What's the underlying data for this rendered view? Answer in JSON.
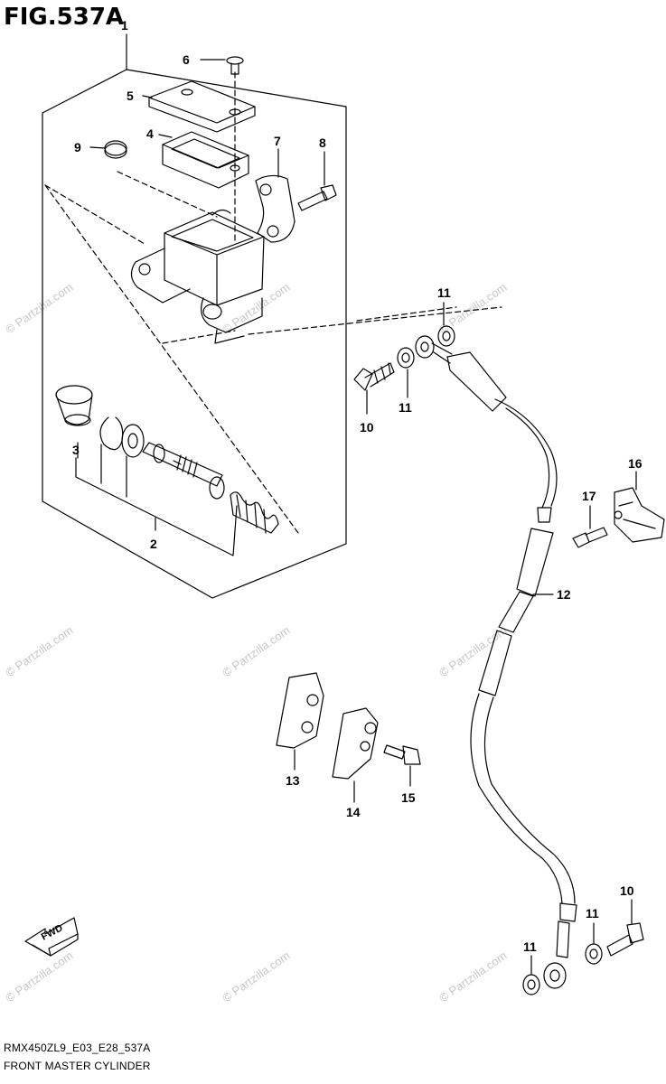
{
  "figure": {
    "title": "FIG.537A",
    "code": "RMX450ZL9_E03_E28_537A",
    "name": "FRONT MASTER CYLINDER"
  },
  "watermark": "© Partzilla.com",
  "fwd_label": "FWD",
  "callouts": {
    "c1": "1",
    "c2": "2",
    "c3": "3",
    "c4": "4",
    "c5": "5",
    "c6": "6",
    "c7": "7",
    "c8": "8",
    "c9": "9",
    "c10a": "10",
    "c10b": "10",
    "c11a": "11",
    "c11b": "11",
    "c11c": "11",
    "c11d": "11",
    "c12": "12",
    "c13": "13",
    "c14": "14",
    "c15": "15",
    "c16": "16",
    "c17": "17"
  },
  "colors": {
    "line": "#000000",
    "watermark": "#c8c8c8",
    "background": "#ffffff"
  }
}
